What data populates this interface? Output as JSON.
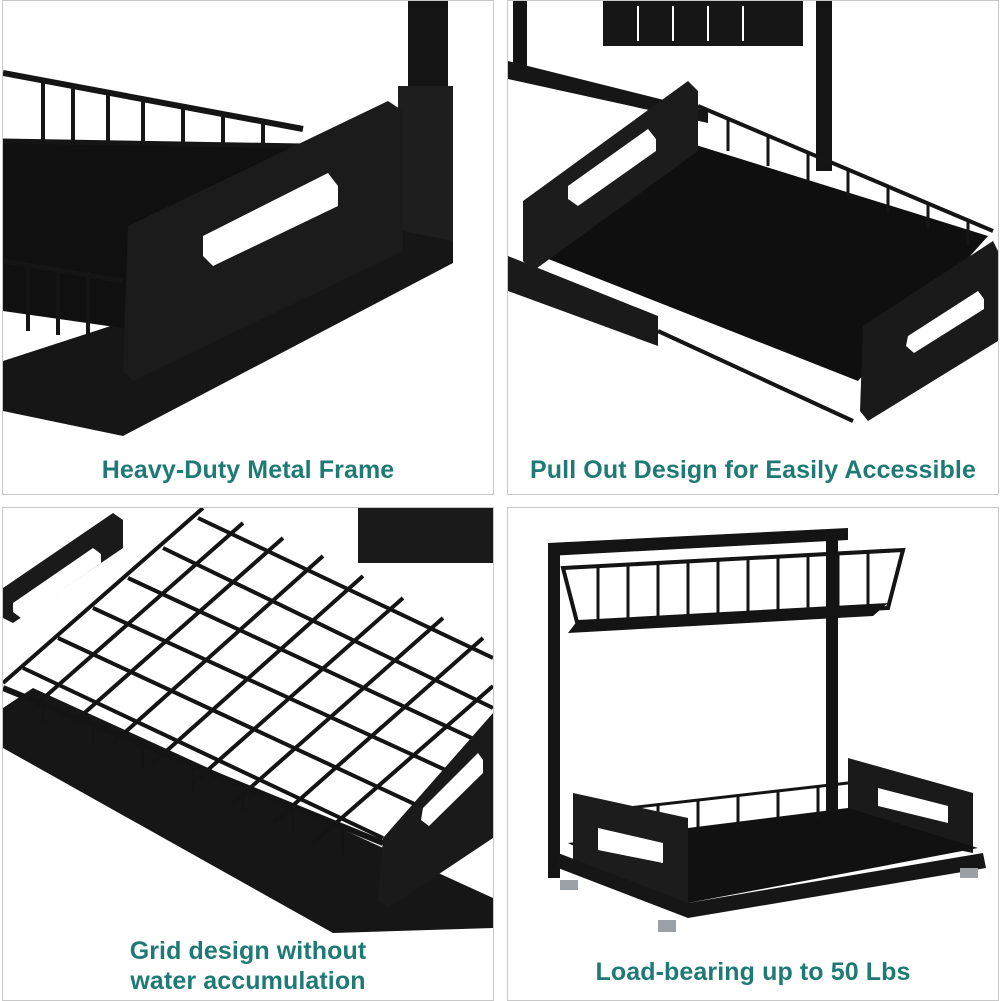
{
  "theme": {
    "caption_color": "#1f7a76",
    "metal_color": "#141414",
    "frame_border": "#c8c8c8"
  },
  "panels": [
    {
      "caption": "Heavy-Duty Metal Frame"
    },
    {
      "caption": "Pull Out Design for Easily Accessible"
    },
    {
      "caption_line1": "Grid design without",
      "caption_line2": "water accumulation"
    },
    {
      "caption": "Load-bearing up to 50 Lbs"
    }
  ]
}
